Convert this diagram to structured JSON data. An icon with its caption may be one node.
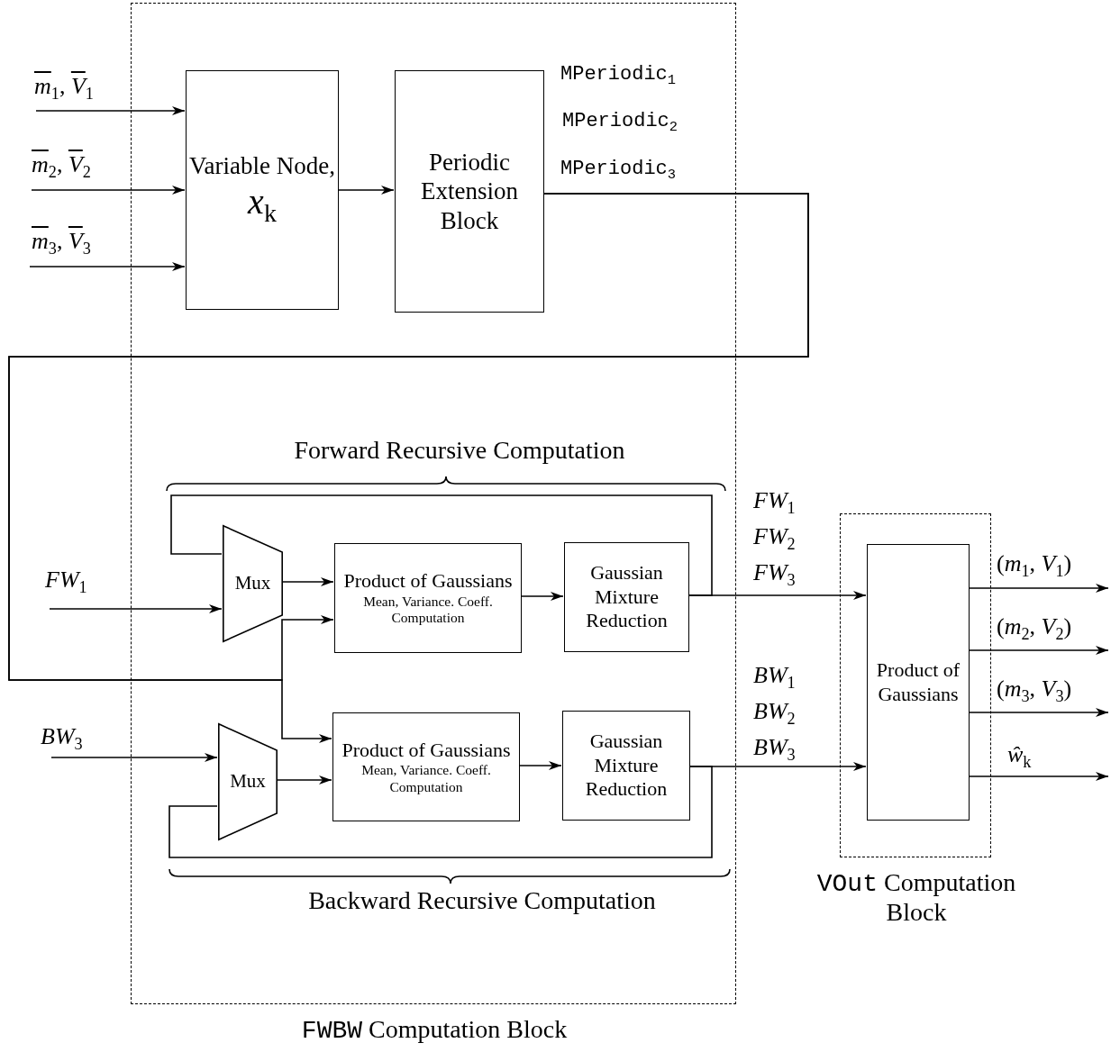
{
  "diagram": {
    "nodes": [
      {
        "text": [
          "FWBW Computation Block"
        ]
      },
      {
        "text": [
          "Variable Node,",
          "*x*$_{k}$"
        ],
        "in": 0
      },
      {
        "text": [
          "Periodic Extension Block"
        ],
        "in": 0,
        "beside": [
          "MPeriodic$_{1}$",
          "MPeriodic$_{2}$",
          "MPeriodic$_{3}$"
        ]
      },
      {
        "text": [
          "Mux"
        ],
        "in": 0
      },
      {
        "text": [
          "Product of Gaussians",
          "Mean, Variance. Coeff. Computation"
        ],
        "in": 0
      },
      {
        "text": [
          "Gaussian Mixture Reduction"
        ],
        "in": 0
      },
      {
        "text": [
          "Mux"
        ],
        "in": 0
      },
      {
        "text": [
          "Product of Gaussians",
          "Mean, Variance. Coeff. Computation"
        ],
        "in": 0
      },
      {
        "text": [
          "Gaussian Mixture Reduction"
        ],
        "in": 0
      },
      {
        "text": [
          "VOut Computation Block"
        ]
      },
      {
        "text": [
          "Product of Gaussians"
        ],
        "in": 9
      }
    ],
    "edges": [
      {
        "from": null,
        "to": 1,
        "arrow": "to",
        "label": "*m*$_{1}$, *V*$_{1}$"
      },
      {
        "from": null,
        "to": 1,
        "arrow": "to",
        "label": "*m*$_{2}$, *V*$_{2}$"
      },
      {
        "from": null,
        "to": 1,
        "arrow": "to",
        "label": "*m*$_{3}$, *V*$_{3}$"
      },
      {
        "from": 1,
        "to": 2,
        "arrow": "to"
      },
      {
        "from": 2,
        "to": 4,
        "arrow": "to"
      },
      {
        "from": 2,
        "to": 7,
        "arrow": "to"
      },
      {
        "from": 3,
        "to": 4,
        "arrow": "to"
      },
      {
        "from": 4,
        "to": 5,
        "arrow": "to"
      },
      {
        "from": 5,
        "to": 3,
        "arrow": "none"
      },
      {
        "from": 5,
        "to": 10,
        "arrow": "to",
        "label": "*FW*$_{1}$ *FW*$_{2}$ *FW*$_{3}$"
      },
      {
        "from": null,
        "to": 3,
        "arrow": "to",
        "label": "*FW*$_{1}$"
      },
      {
        "from": null,
        "to": 6,
        "arrow": "to",
        "label": "*BW*$_{3}$"
      },
      {
        "from": 6,
        "to": 7,
        "arrow": "to"
      },
      {
        "from": 7,
        "to": 8,
        "arrow": "to"
      },
      {
        "from": 8,
        "to": 6,
        "arrow": "none"
      },
      {
        "from": 8,
        "to": 10,
        "arrow": "to",
        "label": "*BW*$_{1}$ *BW*$_{2}$ *BW*$_{3}$"
      },
      {
        "from": 10,
        "to": null,
        "arrow": "to",
        "label": "(*m*$_{1}$, *V*$_{1}$)"
      },
      {
        "from": 10,
        "to": null,
        "arrow": "to",
        "label": "(*m*$_{2}$, *V*$_{2}$)"
      },
      {
        "from": 10,
        "to": null,
        "arrow": "to",
        "label": "(*m*$_{3}$, *V*$_{3}$)"
      },
      {
        "from": 10,
        "to": null,
        "arrow": "to",
        "label": "*ŵ*$_{k}$"
      }
    ],
    "labels": [
      "Forward Recursive Computation",
      "Backward Recursive Computation"
    ]
  }
}
